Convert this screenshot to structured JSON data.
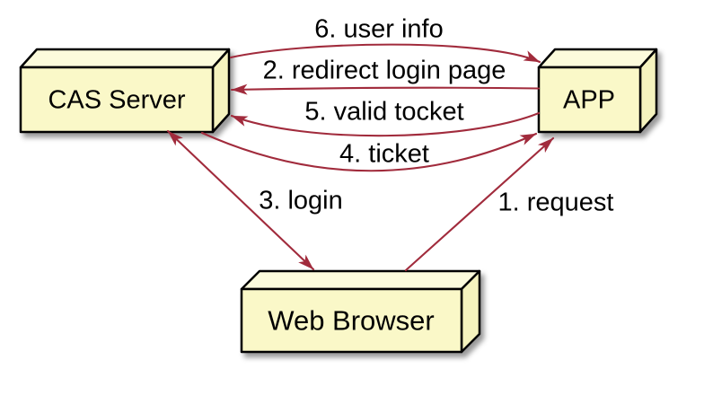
{
  "diagram": {
    "type": "node-flow-diagram",
    "colors": {
      "arrow": "#A12B3C",
      "node-front": "#FAF8C8",
      "node-top": "#FCFBDC",
      "node-side": "#F5F3BE",
      "node-border": "#000000",
      "text": "#000000",
      "bg": "#FFFFFF"
    },
    "nodes": [
      {
        "id": "cas-server",
        "label": "CAS Server"
      },
      {
        "id": "app",
        "label": "APP"
      },
      {
        "id": "web-browser",
        "label": "Web Browser"
      }
    ],
    "edges": [
      {
        "id": "e1",
        "label": "1. request",
        "from": "web-browser",
        "to": "app",
        "direction": "one-way"
      },
      {
        "id": "e2",
        "label": "2. redirect login page",
        "from": "app",
        "to": "cas-server",
        "direction": "one-way"
      },
      {
        "id": "e3",
        "label": "3. login",
        "from": "cas-server",
        "to": "web-browser",
        "direction": "two-way"
      },
      {
        "id": "e4",
        "label": "4. ticket",
        "from": "cas-server",
        "to": "app",
        "direction": "one-way"
      },
      {
        "id": "e5",
        "label": "5. valid tocket",
        "from": "app",
        "to": "cas-server",
        "direction": "one-way"
      },
      {
        "id": "e6",
        "label": "6. user info",
        "from": "cas-server",
        "to": "app",
        "direction": "one-way"
      }
    ]
  }
}
